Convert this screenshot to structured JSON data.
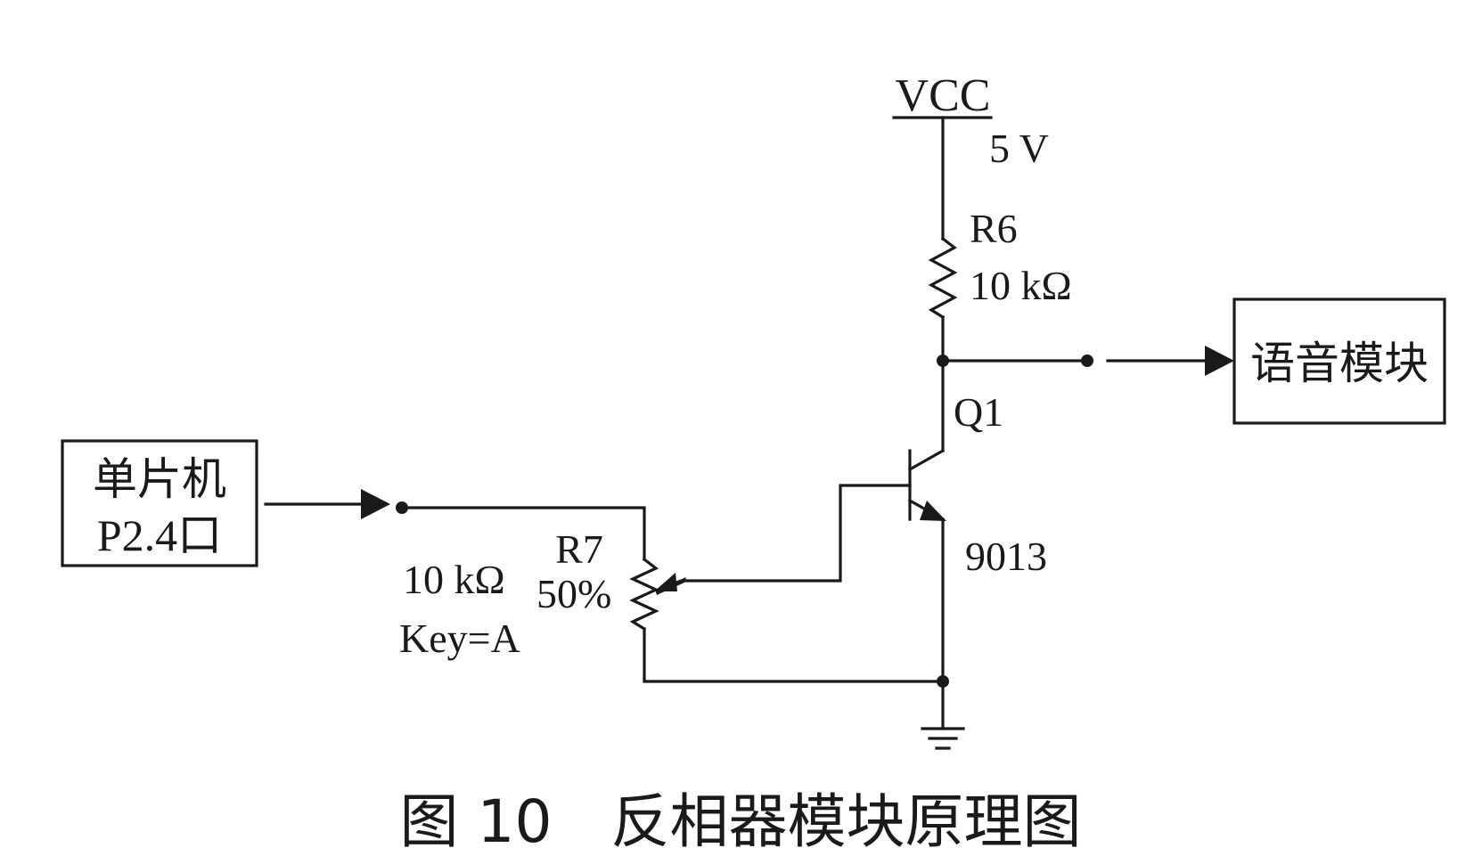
{
  "figure": {
    "caption": "图 10　反相器模块原理图"
  },
  "blocks": {
    "mcu_line1": "单片机",
    "mcu_line2": "P2.4口",
    "voice_module": "语音模块"
  },
  "supply": {
    "name": "VCC",
    "voltage": "5 V"
  },
  "components": {
    "r6": {
      "ref": "R6",
      "value": "10 kΩ"
    },
    "r7": {
      "ref": "R7",
      "value": "10 kΩ",
      "setting": "50%",
      "key": "Key=A"
    },
    "q1": {
      "ref": "Q1",
      "part": "9013"
    }
  }
}
